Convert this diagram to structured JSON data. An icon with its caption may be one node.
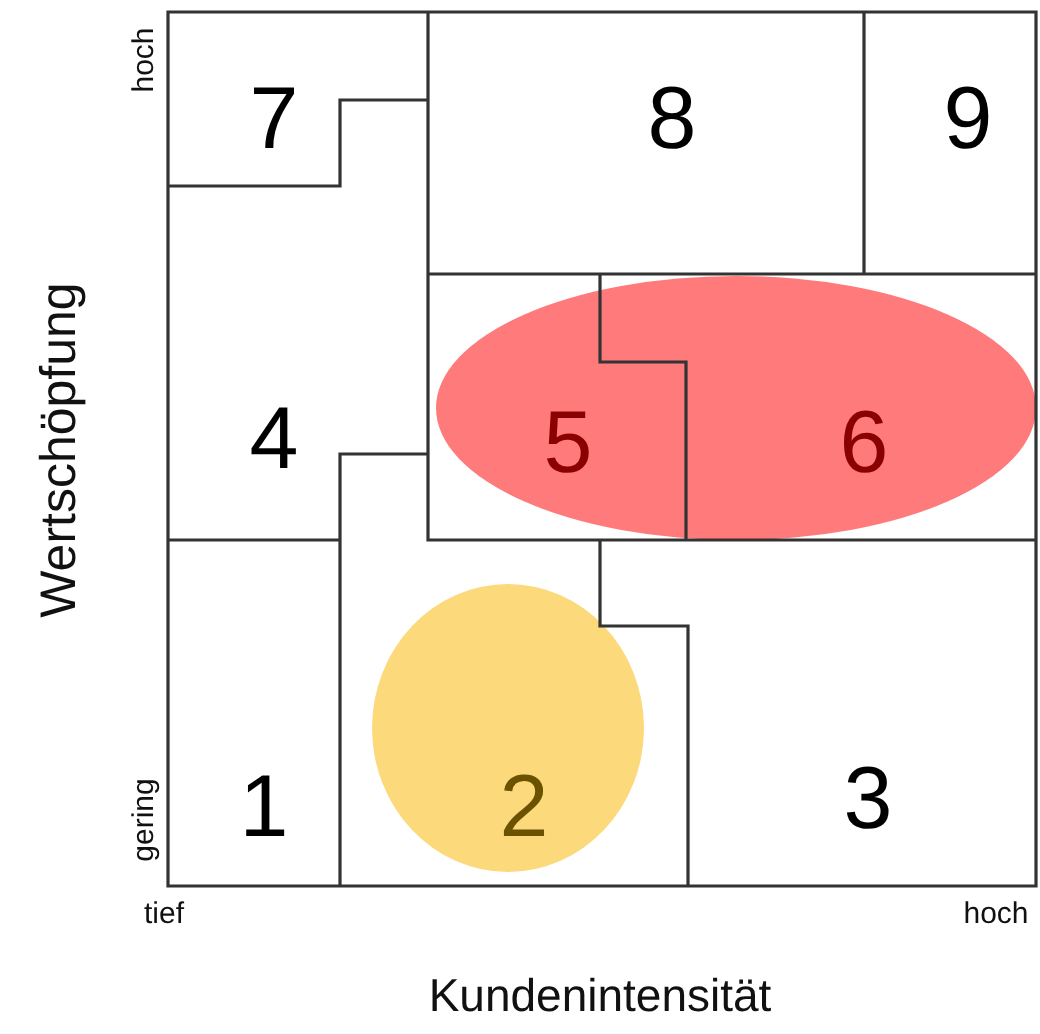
{
  "diagram": {
    "nodes": [
      {
        "text": [
          "7"
        ]
      },
      {
        "text": [
          "8"
        ]
      },
      {
        "text": [
          "9"
        ]
      },
      {
        "text": [
          "4"
        ]
      },
      {
        "text": [
          "5"
        ]
      },
      {
        "text": [
          "6"
        ]
      },
      {
        "text": [
          "1"
        ]
      },
      {
        "text": [
          "2"
        ]
      },
      {
        "text": [
          "3"
        ]
      }
    ],
    "labels": [
      "hoch",
      "Wertschöpfung",
      "gering",
      "tief",
      "hoch",
      "Kundenintensität"
    ]
  }
}
